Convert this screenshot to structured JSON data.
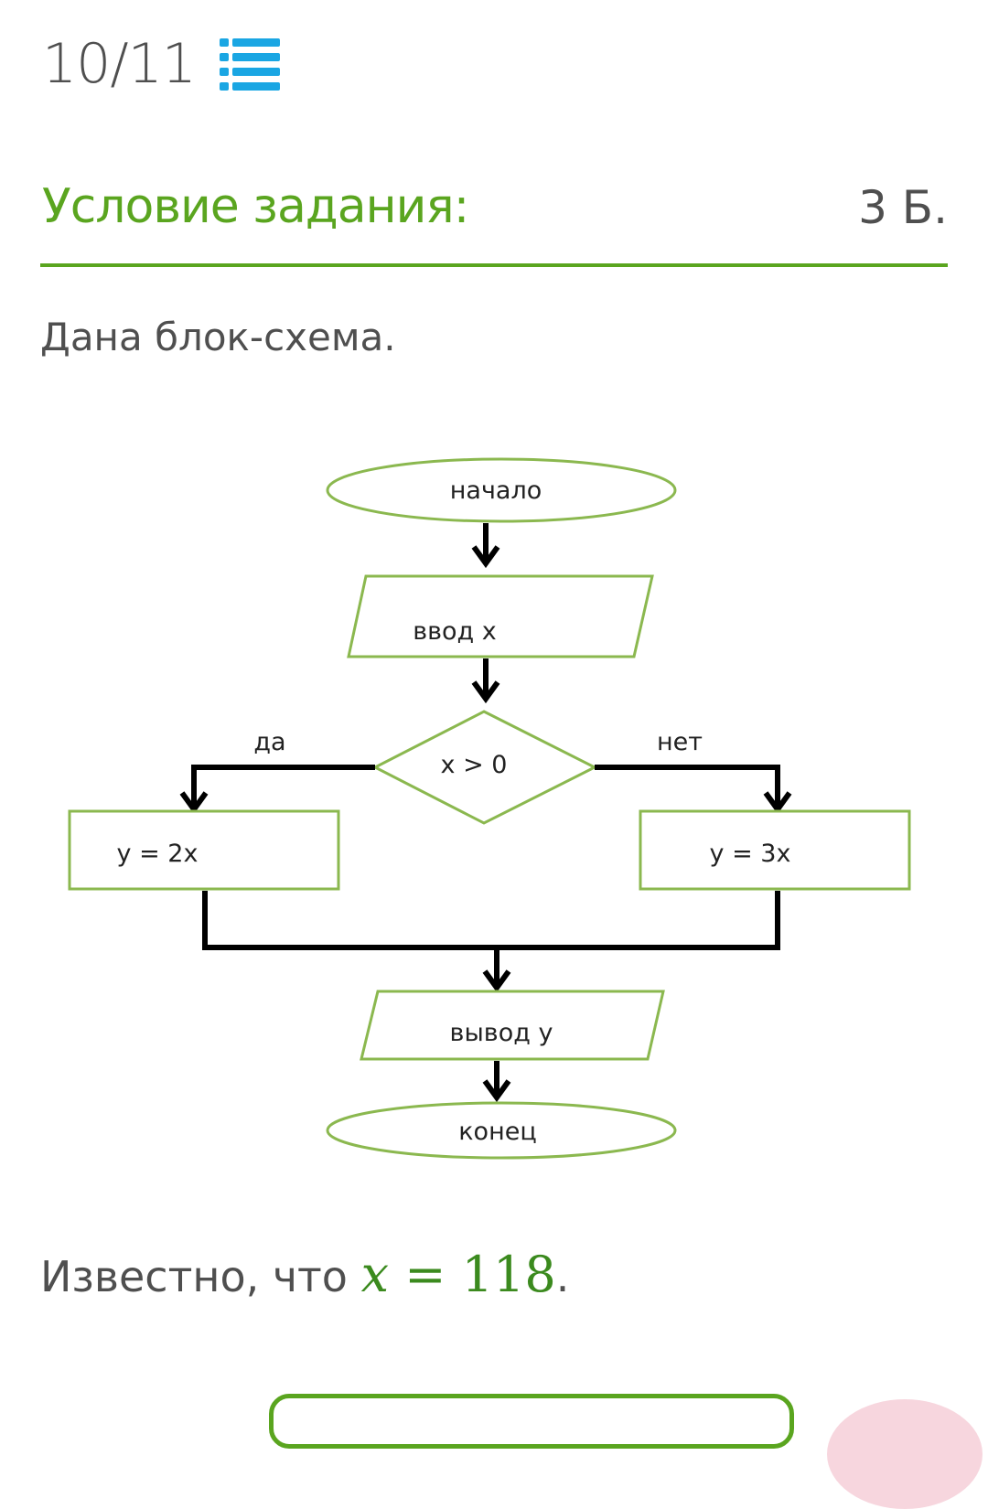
{
  "header": {
    "counter": "10/11",
    "list_icon": "list-icon",
    "accent_color": "#1aa6e3"
  },
  "section": {
    "title": "Условие задания:",
    "points": "3 Б.",
    "accent_color": "#5aa51f"
  },
  "task": {
    "intro": "Дана блок-схема.",
    "known_prefix": "Известно, что ",
    "known_var": "x",
    "known_eq": " = ",
    "known_value": "118",
    "known_suffix": "."
  },
  "flowchart": {
    "start": "начало",
    "input": "ввод x",
    "condition": "x > 0",
    "yes_label": "да",
    "no_label": "нет",
    "yes_branch": "y = 2x",
    "no_branch": "y = 3x",
    "output": "вывод y",
    "end": "конец",
    "shape_border_color": "#8bb84f",
    "arrow_color": "#000000"
  }
}
